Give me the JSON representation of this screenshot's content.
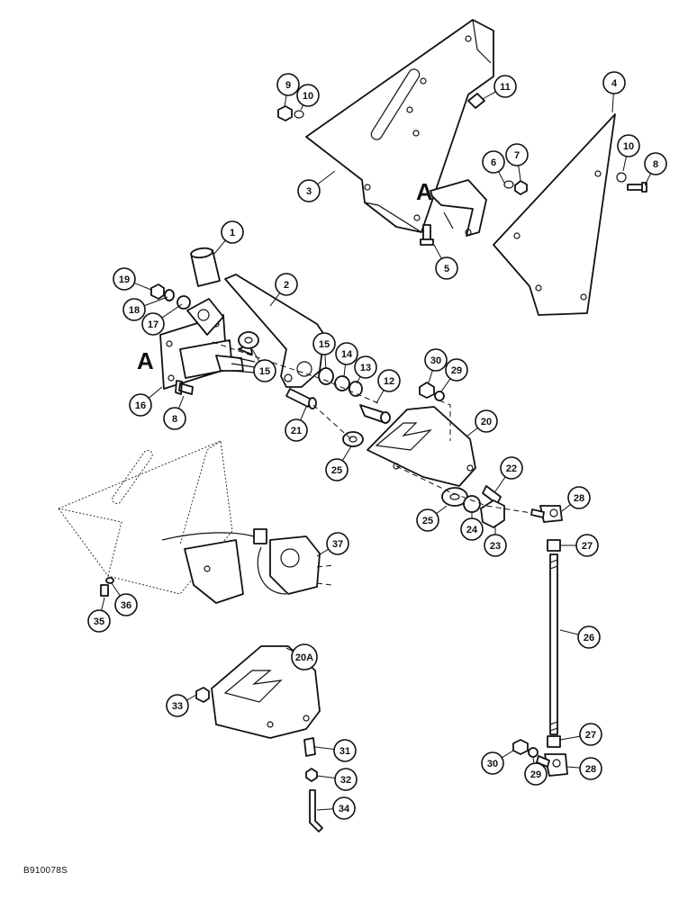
{
  "figure_id": "B910078S",
  "reference_letters": [
    "A",
    "A"
  ],
  "callouts": [
    {
      "label": "1"
    },
    {
      "label": "2"
    },
    {
      "label": "3"
    },
    {
      "label": "4"
    },
    {
      "label": "5"
    },
    {
      "label": "6"
    },
    {
      "label": "7"
    },
    {
      "label": "8"
    },
    {
      "label": "8"
    },
    {
      "label": "9"
    },
    {
      "label": "10"
    },
    {
      "label": "10"
    },
    {
      "label": "11"
    },
    {
      "label": "12"
    },
    {
      "label": "13"
    },
    {
      "label": "14"
    },
    {
      "label": "15"
    },
    {
      "label": "15"
    },
    {
      "label": "16"
    },
    {
      "label": "17"
    },
    {
      "label": "18"
    },
    {
      "label": "19"
    },
    {
      "label": "20"
    },
    {
      "label": "20A"
    },
    {
      "label": "21"
    },
    {
      "label": "22"
    },
    {
      "label": "23"
    },
    {
      "label": "24"
    },
    {
      "label": "25"
    },
    {
      "label": "25"
    },
    {
      "label": "26"
    },
    {
      "label": "27"
    },
    {
      "label": "27"
    },
    {
      "label": "28"
    },
    {
      "label": "28"
    },
    {
      "label": "29"
    },
    {
      "label": "29"
    },
    {
      "label": "30"
    },
    {
      "label": "30"
    },
    {
      "label": "31"
    },
    {
      "label": "32"
    },
    {
      "label": "33"
    },
    {
      "label": "34"
    },
    {
      "label": "35"
    },
    {
      "label": "36"
    },
    {
      "label": "37"
    }
  ]
}
